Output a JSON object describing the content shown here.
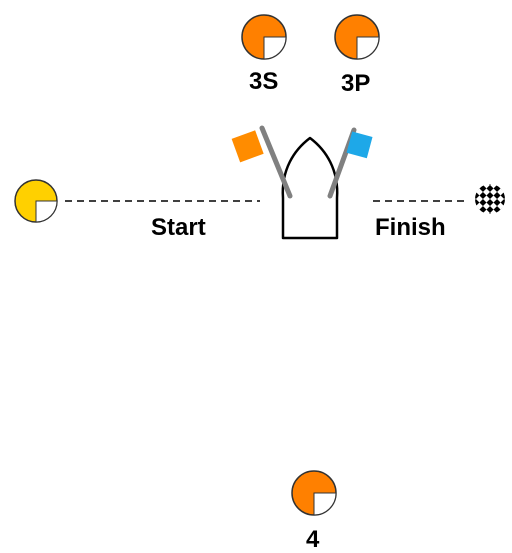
{
  "course": {
    "marks": {
      "mark_3s": {
        "label": "3S",
        "color": "#FF8000"
      },
      "mark_3p": {
        "label": "3P",
        "color": "#FF8000"
      },
      "mark_4": {
        "label": "4",
        "color": "#FF8000"
      },
      "pin_end": {
        "color": "#FFD000"
      },
      "finish_end": {
        "icon": "checkered-flag-icon"
      }
    },
    "lines": {
      "start_label": "Start",
      "finish_label": "Finish"
    },
    "committee_boat": {
      "flag_left_color": "#FF8C00",
      "flag_right_color": "#1EA8E8",
      "pole_color": "#808080",
      "hull_color": "#000000"
    }
  }
}
